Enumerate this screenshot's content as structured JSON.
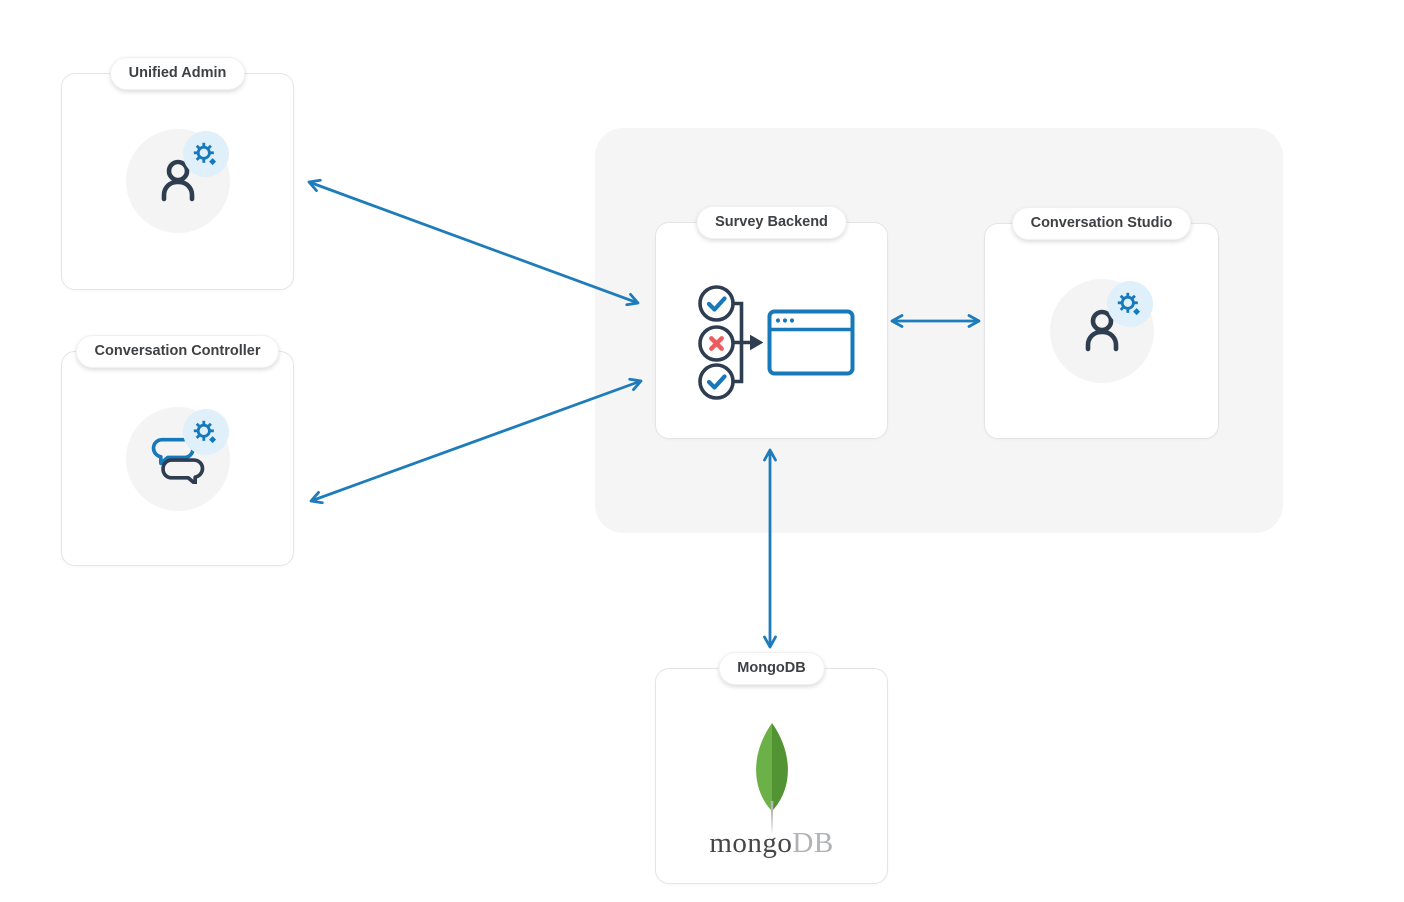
{
  "nodes": {
    "unified_admin": {
      "label": "Unified Admin",
      "icon": "user-gear"
    },
    "conversation_controller": {
      "label": "Conversation Controller",
      "icon": "chat-bubbles-gear"
    },
    "survey_backend": {
      "label": "Survey Backend",
      "icon": "checklist-browser"
    },
    "conversation_studio": {
      "label": "Conversation Studio",
      "icon": "user-gear"
    },
    "mongodb": {
      "label": "MongoDB",
      "icon": "mongodb-leaf-logo",
      "wordmark": {
        "mongo": "mongo",
        "db": "DB"
      }
    }
  },
  "connections": [
    {
      "from": "Unified Admin",
      "to": "Survey Backend",
      "type": "bidirectional"
    },
    {
      "from": "Conversation Controller",
      "to": "Survey Backend",
      "type": "bidirectional"
    },
    {
      "from": "Survey Backend",
      "to": "Conversation Studio",
      "type": "bidirectional"
    },
    {
      "from": "Survey Backend",
      "to": "MongoDB",
      "type": "bidirectional"
    }
  ],
  "colors": {
    "arrow_blue": "#1e7cba",
    "icon_blue": "#1779ba",
    "icon_navy": "#2e3d50",
    "error_red": "#ee5a5d",
    "badge_bg": "#dff0fb",
    "icon_circle_bg": "#f4f4f5",
    "group_container_bg": "#f5f5f6",
    "leaf_green_light": "#6cb147",
    "leaf_green_dark": "#529434",
    "mongo_text": "#47474a",
    "db_text": "#b0b2b5"
  }
}
